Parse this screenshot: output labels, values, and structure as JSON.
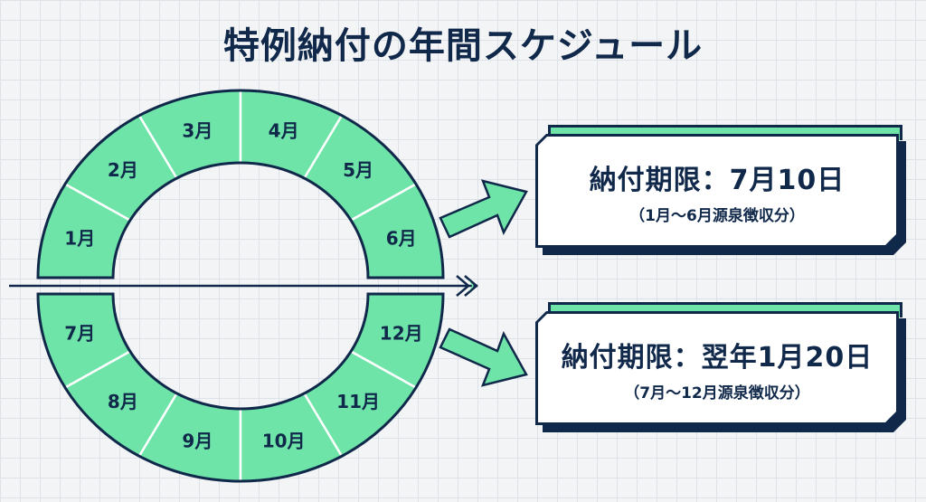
{
  "title": "特例納付の年間スケジュール",
  "months_first_half": [
    "1月",
    "2月",
    "3月",
    "4月",
    "5月",
    "6月"
  ],
  "months_second_half": [
    "7月",
    "8月",
    "9月",
    "10月",
    "11月",
    "12月"
  ],
  "deadlines": [
    {
      "main": "納付期限：7月10日",
      "sub": "（1月〜6月源泉徴収分）"
    },
    {
      "main": "納付期限：翌年1月20日",
      "sub": "（7月〜12月源泉徴収分）"
    }
  ],
  "colors": {
    "green": "#6ee4a8",
    "navy": "#10284a",
    "white": "#ffffff"
  }
}
